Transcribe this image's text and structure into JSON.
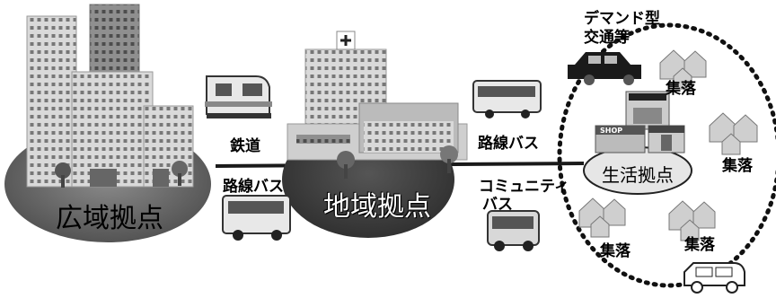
{
  "hubs": {
    "wide_area": "広域拠点",
    "regional": "地域拠点",
    "living": "生活拠点"
  },
  "links": {
    "railway": "鉄道",
    "route_bus_left": "路線バス",
    "route_bus_right": "路線バス",
    "community_bus_line1": "コミュニティ",
    "community_bus_line2": "バス"
  },
  "demand": {
    "line1": "デマンド型",
    "line2": "交通等"
  },
  "settlement_label": "集落",
  "shop_sign": "SHOP",
  "colors": {
    "ellipse_dark": "#4a4a4a",
    "ellipse_light": "#bdbdbd",
    "building_light": "#d4d4d4",
    "building_mid": "#9a9a9a",
    "line": "#1a1a1a"
  }
}
